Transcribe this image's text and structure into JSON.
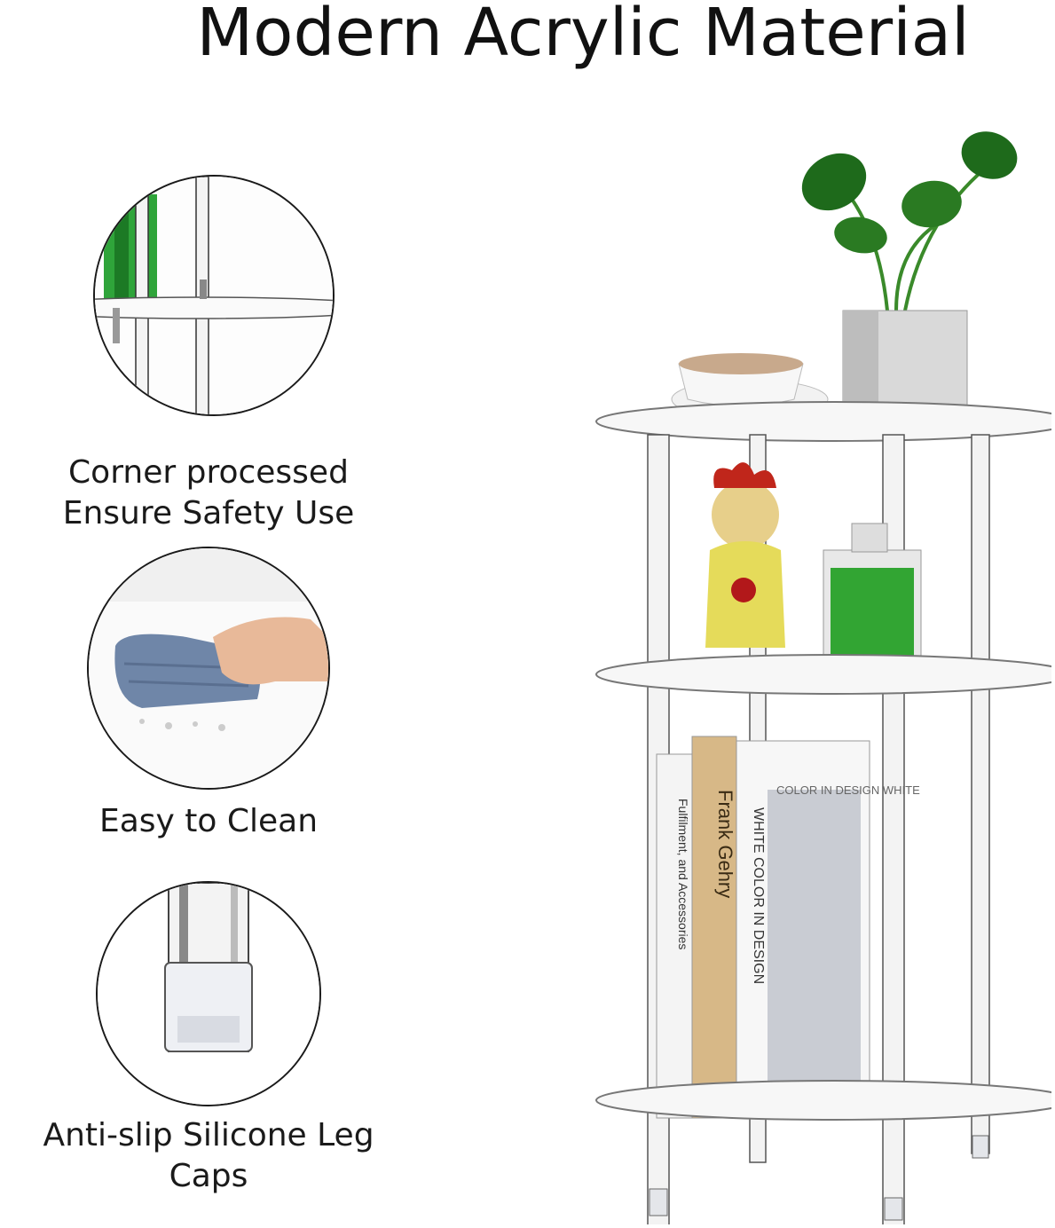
{
  "title": "Modern Acrylic Material",
  "features": [
    {
      "label_line1": "Corner processed",
      "label_line2": "Ensure Safety Use",
      "icon": "corner-closeup"
    },
    {
      "label_line1": "Easy to Clean",
      "icon": "towel-wiping"
    },
    {
      "label_line1": "Anti-slip Silicone Leg Caps",
      "icon": "leg-cap-closeup"
    }
  ],
  "books": {
    "book1_spine": "Fulfilment, and Accessories",
    "book2_spine": "Frank Gehry",
    "book3_spine": "WHITE COLOR IN DESIGN",
    "book3_cover": "COLOR IN DESIGN WHITE"
  }
}
